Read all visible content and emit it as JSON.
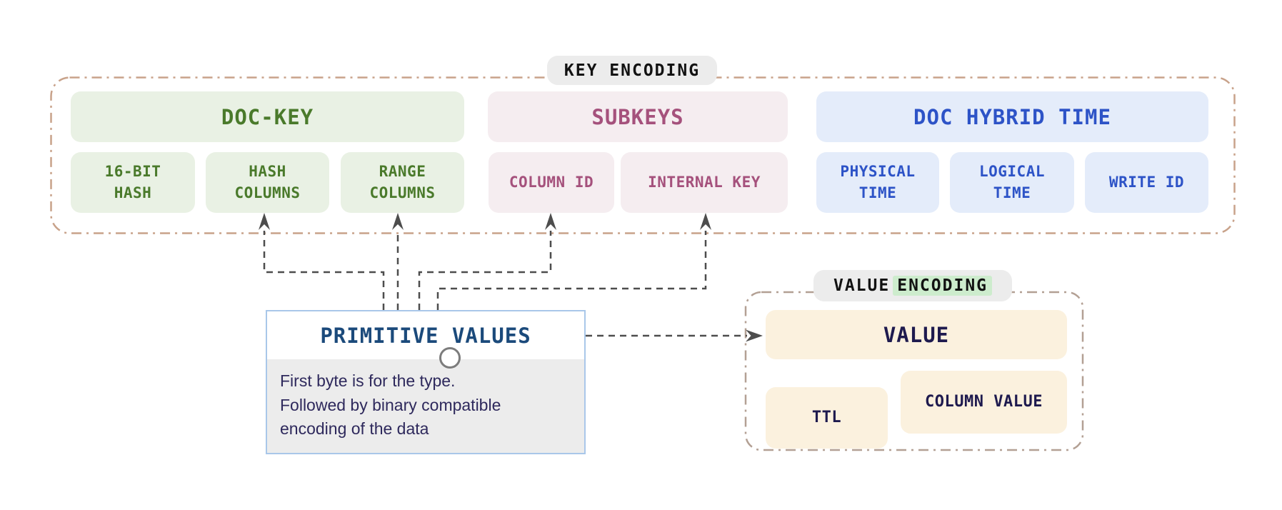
{
  "key_encoding": {
    "badge": "KEY ENCODING",
    "sections": [
      {
        "title": "DOC-KEY",
        "text_color": "#4a7a2b",
        "bg_color": "#e9f1e4",
        "items": [
          "16-BIT\nHASH",
          "HASH\nCOLUMNS",
          "RANGE\nCOLUMNS"
        ]
      },
      {
        "title": "SUBKEYS",
        "text_color": "#a5517c",
        "bg_color": "#f5edf0",
        "items": [
          "COLUMN ID",
          "INTERNAL KEY"
        ]
      },
      {
        "title": "DOC HYBRID TIME",
        "text_color": "#2d53c7",
        "bg_color": "#e4ecfa",
        "items": [
          "PHYSICAL\nTIME",
          "LOGICAL\nTIME",
          "WRITE ID"
        ]
      }
    ]
  },
  "primitive_values": {
    "title": "PRIMITIVE VALUES",
    "note": "First byte is for the type.\nFollowed by binary compatible\nencoding of the data",
    "title_color": "#1b4a7b",
    "note_color": "#2e295c",
    "border_color": "#a9c7e9"
  },
  "value_encoding": {
    "badge_word1": "VALUE",
    "badge_word2": "ENCODING",
    "highlight_color": "#cdeccd",
    "value_label": "VALUE",
    "items": [
      "TTL",
      "COLUMN VALUE"
    ],
    "text_color": "#1e1a4e",
    "bg_color": "#fbf1de"
  },
  "colors": {
    "key_container_border": "#c8a28a",
    "value_container_border": "#b3a094",
    "connector": "#4d4d4d",
    "pill_bg": "#ececec",
    "note_bg": "#ececec"
  }
}
